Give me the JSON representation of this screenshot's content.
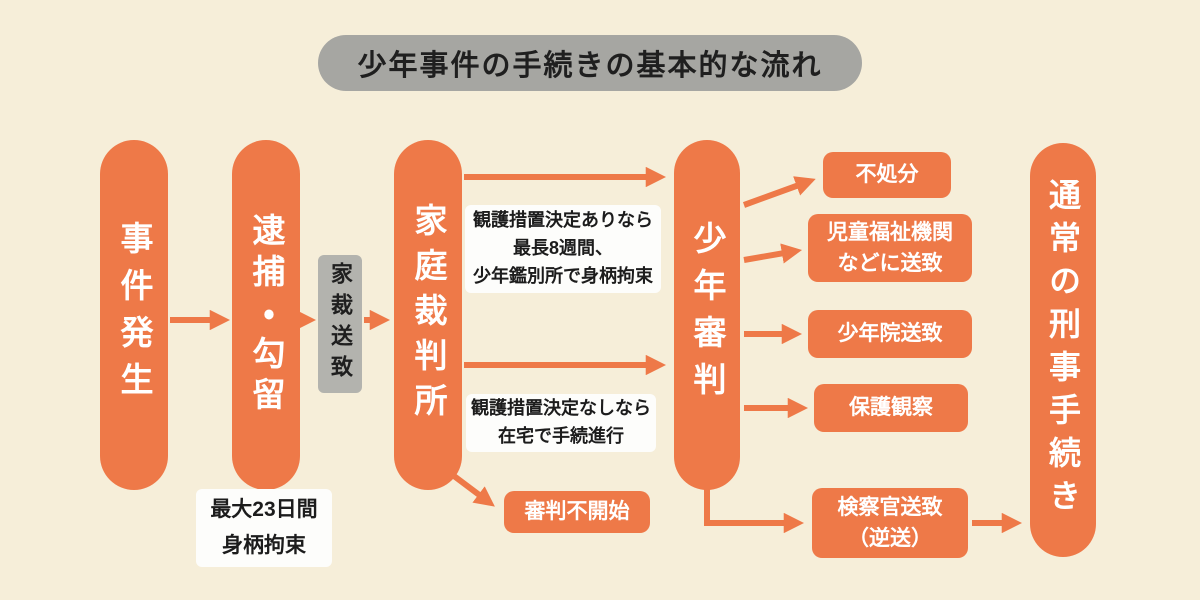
{
  "title": "少年事件の手続きの基本的な流れ",
  "colors": {
    "background": "#f6eed9",
    "accent_orange": "#ee7948",
    "title_gray": "#a6a6a2",
    "referral_gray": "#b3b3ae",
    "note_white": "#fdfdfb",
    "text_dark": "#1f1f1f",
    "text_white": "#ffffff"
  },
  "nodes": {
    "incident": "事件発生",
    "arrest": "逮捕・勾留",
    "court_referral": "家裁送致",
    "family_court": "家庭裁判所",
    "juvenile_hearing": "少年審判",
    "criminal_procedure": "通常の刑事手続き"
  },
  "notes": {
    "detention": {
      "lines": [
        "最大23日間",
        "身柄拘束"
      ]
    },
    "custody_yes": {
      "lines": [
        "観護措置決定ありなら",
        "最長8週間、",
        "少年鑑別所で身柄拘束"
      ]
    },
    "custody_no": {
      "lines": [
        "観護措置決定なしなら",
        "在宅で手続進行"
      ]
    }
  },
  "outcomes": {
    "no_disposition": "不処分",
    "child_welfare": {
      "lines": [
        "児童福祉機関",
        "などに送致"
      ]
    },
    "juvenile_training": "少年院送致",
    "probation": "保護観察",
    "no_hearing": "審判不開始",
    "prosecutor_referral": {
      "lines": [
        "検察官送致",
        "（逆送）"
      ]
    }
  },
  "edges": [
    {
      "from": "incident",
      "to": "arrest"
    },
    {
      "from": "arrest",
      "to": "court_referral"
    },
    {
      "from": "court_referral",
      "to": "family_court"
    },
    {
      "from": "family_court",
      "to": "juvenile_hearing",
      "note": "custody_yes"
    },
    {
      "from": "family_court",
      "to": "juvenile_hearing",
      "note": "custody_no"
    },
    {
      "from": "family_court",
      "to": "no_hearing"
    },
    {
      "from": "juvenile_hearing",
      "to": "no_disposition"
    },
    {
      "from": "juvenile_hearing",
      "to": "child_welfare"
    },
    {
      "from": "juvenile_hearing",
      "to": "juvenile_training"
    },
    {
      "from": "juvenile_hearing",
      "to": "probation"
    },
    {
      "from": "juvenile_hearing",
      "to": "prosecutor_referral"
    },
    {
      "from": "prosecutor_referral",
      "to": "criminal_procedure"
    }
  ]
}
